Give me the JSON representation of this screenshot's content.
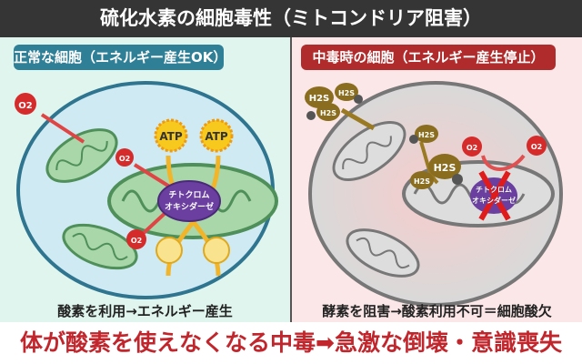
{
  "title": "硫化水素の細胞毒性（ミトコンドリア阻害）",
  "normal_panel": {
    "label": "正常な細胞（エネルギー産生OK）",
    "caption": "酸素を利用→エネルギー産生",
    "enzyme_line1": "チトクロム",
    "enzyme_line2": "オキシダーゼ",
    "atp": "ATP",
    "o2": "O2"
  },
  "poisoned_panel": {
    "label": "中毒時の細胞（エネルギー産生停止）",
    "caption": "酵素を阻害→酸素利用不可＝細胞酸欠",
    "enzyme_line1": "チトクロム",
    "enzyme_line2": "オキシダーゼ",
    "h2s": "H2S",
    "o2": "O2"
  },
  "banner": "体が酸素を使えなくなる中毒➡急激な倒壊・意識喪失",
  "colors": {
    "normal": "#2f7f97",
    "poisoned": "#b02b2b",
    "banner_text": "#c2262d",
    "enzyme": "#6a3fa0",
    "h2s": "#8a6d1f",
    "o2": "#d62b2b"
  }
}
